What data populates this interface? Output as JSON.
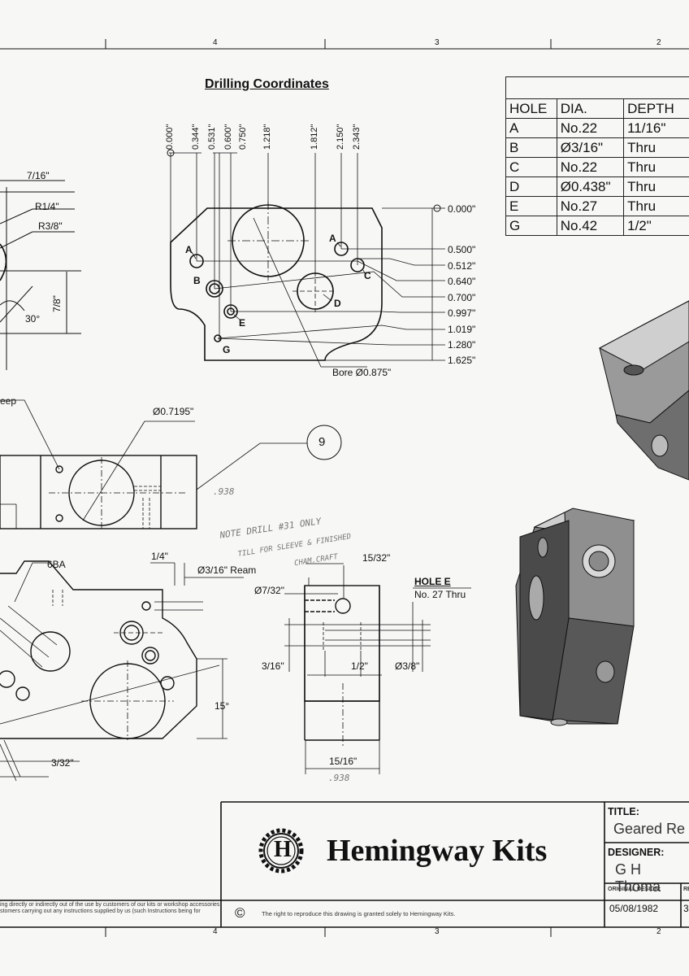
{
  "border": {
    "top_zones": [
      "4",
      "3",
      "2"
    ],
    "bottom_zones": [
      "4",
      "3",
      "2"
    ]
  },
  "drilling": {
    "title": "Drilling Coordinates",
    "x_coords": [
      "0.000\"",
      "0.344\"",
      "0.531\"",
      "0.600\"",
      "0.750\"",
      "1.218\"",
      "1.812\"",
      "2.150\"",
      "2.343\""
    ],
    "y_coords": [
      "0.000\"",
      "0.500\"",
      "0.512\"",
      "0.640\"",
      "0.700\"",
      "0.997\"",
      "1.019\"",
      "1.280\"",
      "1.625\""
    ],
    "hole_labels": {
      "a1": "A",
      "a2": "A",
      "b": "B",
      "c": "C",
      "d": "D",
      "e": "E",
      "g": "G"
    },
    "bore": "Bore Ø0.875\""
  },
  "hole_table": {
    "headers": [
      "HOLE",
      "DIA.",
      "DEPTH"
    ],
    "rows": [
      [
        "A",
        "No.22",
        "11/16\""
      ],
      [
        "B",
        "Ø3/16\"",
        "Thru"
      ],
      [
        "C",
        "No.22",
        "Thru"
      ],
      [
        "D",
        "Ø0.438\"",
        "Thru"
      ],
      [
        "E",
        "No.27",
        "Thru"
      ],
      [
        "G",
        "No.42",
        "1/2\""
      ]
    ]
  },
  "left_view": {
    "d1": "7/16\"",
    "r1": "R1/4\"",
    "r2": "R3/8\"",
    "angle": "30°",
    "height": "7/8\""
  },
  "mid_view": {
    "leader_partial": "eep",
    "dia": "Ø0.7195\"",
    "balloon": "9",
    "hand_938": ".938"
  },
  "lower_left": {
    "thread": "6BA",
    "w": "1/4\"",
    "ream": "Ø3/16\" Ream",
    "angle": "15°",
    "d": "3/32\""
  },
  "hand_note": {
    "line1": "NOTE  DRILL #31 ONLY",
    "line2": "TILL FOR SLEEVE & FINISHED",
    "line3": "CHAM.CRAFT"
  },
  "section_view": {
    "top": "15/32\"",
    "d7": "Ø7/32\"",
    "hole_e_title": "HOLE E",
    "hole_e_spec": "No. 27 Thru",
    "d316": "3/16\"",
    "d12": "1/2\"",
    "d38": "Ø3/8\"",
    "width": "15/16\"",
    "hand_938": ".938"
  },
  "title_block": {
    "company": "Hemingway Kits",
    "logo_letter": "H",
    "title_label": "TITLE:",
    "title_value": "Geared Re",
    "designer_label": "DESIGNER:",
    "designer_value": "G H Thoma",
    "orig_label": "ORIGINAL DESIGN:",
    "orig_value": "05/08/1982",
    "rev_label": "RE",
    "rev_value": "3",
    "disclaimer1": "ing directly or indirectly out of the use by customers of our kits or workshop accessories",
    "disclaimer2": "stomers carrying out any instructions supplied by us (such Instructions being for",
    "copyright_symbol": "©",
    "copyright": "The right to reproduce this drawing is granted solely to Hemingway Kits."
  }
}
